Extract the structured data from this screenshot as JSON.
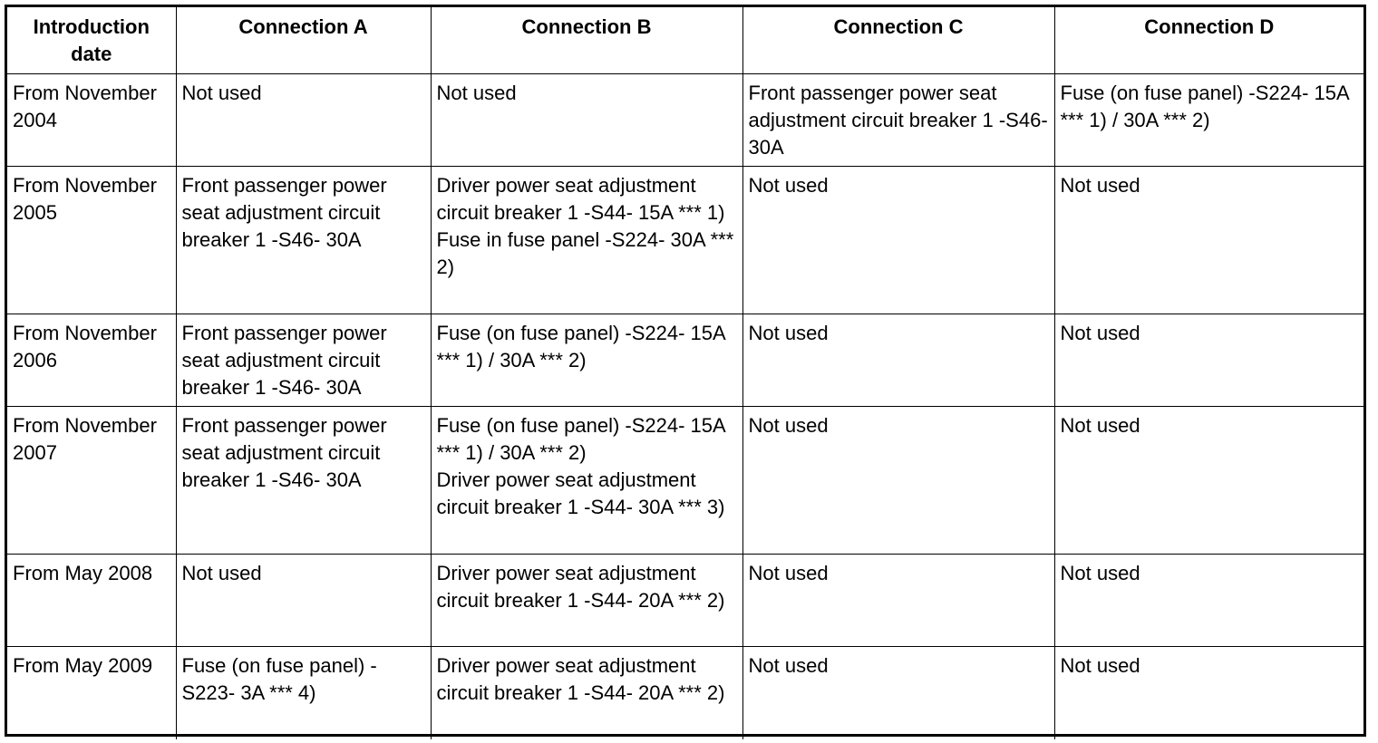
{
  "table": {
    "headers": [
      "Introduction date",
      "Connection A",
      "Connection B",
      "Connection C",
      "Connection D"
    ],
    "rows": [
      {
        "date": "From November 2004",
        "a": [
          "Not used"
        ],
        "b": [
          "Not used"
        ],
        "c": [
          "Front passenger power seat adjustment circuit breaker 1 -S46- 30A"
        ],
        "d": [
          "Fuse (on fuse panel) -S224- 15A *** 1) / 30A *** 2)"
        ]
      },
      {
        "date": "From November 2005",
        "a": [
          "Front passenger power seat adjustment circuit breaker 1 -S46- 30A"
        ],
        "b": [
          "Driver power seat adjustment circuit breaker 1 -S44- 15A *** 1)",
          "Fuse in fuse panel -S224- 30A *** 2)"
        ],
        "c": [
          "Not used"
        ],
        "d": [
          "Not used"
        ]
      },
      {
        "date": "From November 2006",
        "a": [
          "Front passenger power seat adjustment circuit breaker 1 -S46- 30A"
        ],
        "b": [
          "Fuse (on fuse panel) -S224- 15A *** 1) / 30A *** 2)"
        ],
        "c": [
          "Not used"
        ],
        "d": [
          "Not used"
        ]
      },
      {
        "date": "From November 2007",
        "a": [
          "Front passenger power seat adjustment circuit breaker 1 -S46- 30A"
        ],
        "b": [
          "Fuse (on fuse panel) -S224- 15A *** 1) / 30A *** 2)",
          "Driver power seat adjustment circuit breaker 1 -S44- 30A *** 3)"
        ],
        "c": [
          "Not used"
        ],
        "d": [
          "Not used"
        ]
      },
      {
        "date": "From May 2008",
        "a": [
          "Not used"
        ],
        "b": [
          "Driver power seat adjustment circuit breaker 1 -S44- 20A *** 2)"
        ],
        "c": [
          "Not used"
        ],
        "d": [
          "Not used"
        ]
      },
      {
        "date": "From May 2009",
        "a": [
          "Fuse (on fuse panel) -S223- 3A *** 4)"
        ],
        "b": [
          "Driver power seat adjustment circuit breaker 1 -S44- 20A *** 2)"
        ],
        "c": [
          "Not used"
        ],
        "d": [
          "Not used"
        ]
      }
    ]
  }
}
